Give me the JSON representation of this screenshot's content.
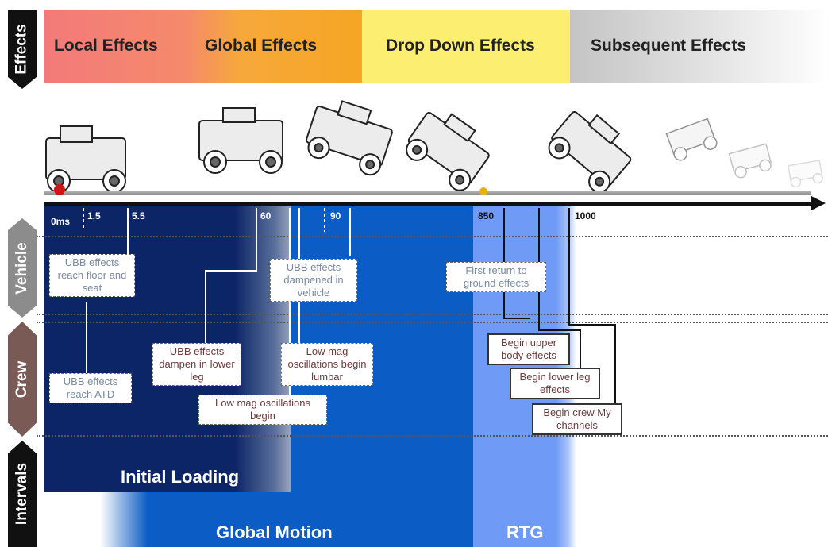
{
  "side_tabs": {
    "effects": "Effects",
    "vehicle": "Vehicle",
    "crew": "Crew",
    "intervals": "Intervals"
  },
  "effects_header": [
    {
      "label": "Local Effects",
      "color": "#f47a7a"
    },
    {
      "label": "Global Effects",
      "color": "#f5a623"
    },
    {
      "label": "Drop Down Effects",
      "color": "#fbe95a"
    },
    {
      "label": "Subsequent Effects",
      "color": "#c8c8c8"
    }
  ],
  "timeline": {
    "ticks": [
      "0ms",
      "1.5",
      "5.5",
      "60",
      "90",
      "850",
      "1000"
    ]
  },
  "vehicle_boxes": {
    "floor_seat": "UBB effects reach floor and seat",
    "dampened_vehicle": "UBB effects dampened in vehicle",
    "first_return": "First return to ground effects"
  },
  "crew_boxes": {
    "reach_atd": "UBB effects reach ATD",
    "dampen_lower_leg": "UBB effects dampen in lower leg",
    "low_mag_lumbar": "Low mag oscillations begin lumbar",
    "low_mag_begin": "Low mag oscillations begin",
    "upper_body": "Begin upper body effects",
    "lower_leg": "Begin lower leg effects",
    "crew_my": "Begin crew My channels"
  },
  "intervals": {
    "initial_loading": "Initial Loading",
    "global_motion": "Global Motion",
    "rtg": "RTG"
  },
  "colors": {
    "dark_navy": "#0c2566",
    "mid_blue": "#0b5cc4",
    "light_blue": "#6f9af5",
    "tab_black": "#111111",
    "tab_gray": "#8c8c8c",
    "tab_brown": "#7a5a55"
  }
}
